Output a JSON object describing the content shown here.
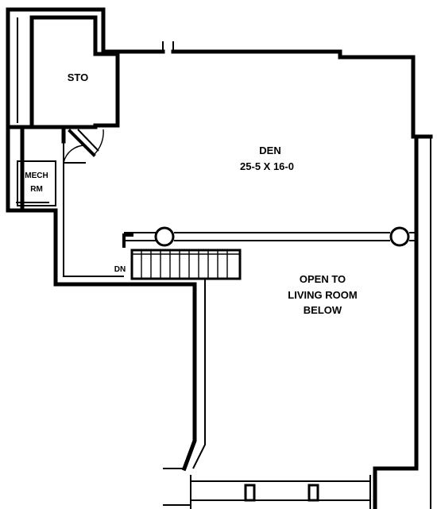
{
  "rooms": {
    "storage": "STO",
    "den_name": "DEN",
    "den_size": "25-5 X 16-0",
    "mech_line1": "MECH",
    "mech_line2": "RM",
    "open_line1": "OPEN TO",
    "open_line2": "LIVING ROOM",
    "open_line3": "BELOW",
    "stair_label": "DN"
  },
  "colors": {
    "ink": "#000000",
    "paper": "#ffffff"
  }
}
